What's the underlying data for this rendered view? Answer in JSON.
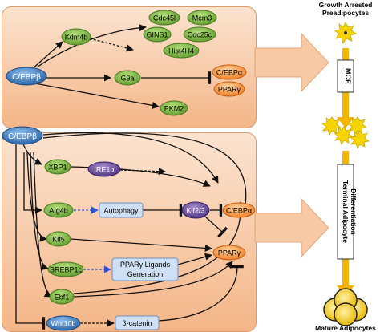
{
  "colors": {
    "green_node": "#6fa83a",
    "blue_node": "#2f6fb5",
    "purple_node": "#5b3f8f",
    "orange_node": "#f07f2a",
    "light_blue_box": "#cfe0f5",
    "panel_fill": "#f6c49b",
    "arrow_orange": "#f7c9a4",
    "timeline_yellow": "#f5b400"
  },
  "top_panel": {
    "cebpb": "C/EBPβ",
    "kdm4b": "Kdm4b",
    "genes": [
      "Cdc45l",
      "Mcm3",
      "GINS1",
      "Cdc25c",
      "Hist4H4"
    ],
    "g9a": "G9a",
    "pkm2": "PKM2",
    "cebpa": "C/EBPα",
    "pparg": "PPARγ"
  },
  "bottom_panel": {
    "cebpb": "C/EBPβ",
    "xbp1": "XBP1",
    "ire1a": "IRE1α",
    "atg4b": "Atg4b",
    "autophagy": "Autophagy",
    "klf23": "Klf2/3",
    "cebpa": "C/EBPα",
    "klf5": "Klf5",
    "srebp1c": "SREBP1c",
    "ligands_line1": "PPARγ Ligands",
    "ligands_line2": "Generation",
    "pparg": "PPARγ",
    "ebf1": "Ebf1",
    "wnt10b": "Wnt10b",
    "bcatenin": "β-catenin"
  },
  "timeline": {
    "top_label_line1": "Growth Arrested",
    "top_label_line2": "Preadipocytes",
    "mce": "MCE",
    "terminal_line1": "Terminal Adipocyte",
    "terminal_line2": "Differentiation",
    "bottom_label": "Mature Adipocytes"
  }
}
